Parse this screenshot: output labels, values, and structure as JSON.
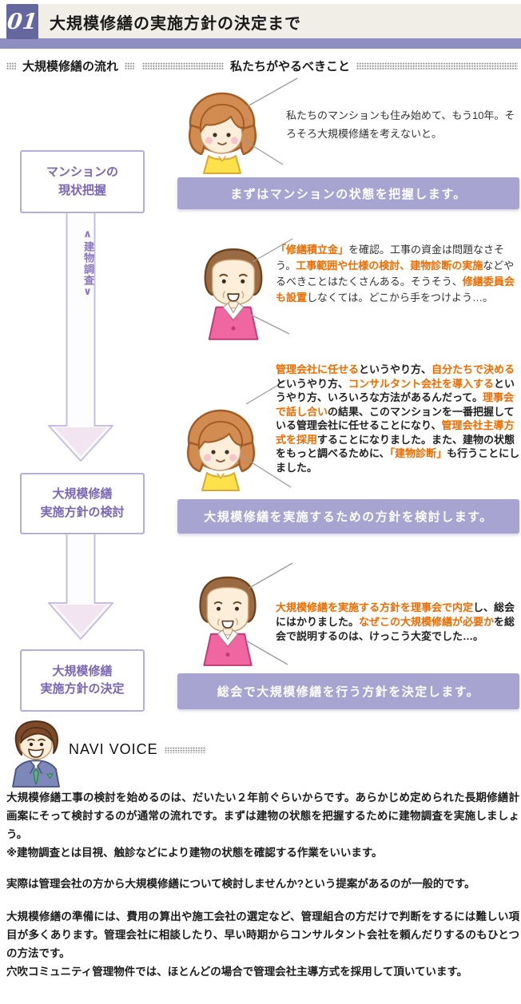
{
  "header": {
    "number": "01",
    "title": "大規模修繕の実施方針の決定まで"
  },
  "section_headings": {
    "left": "大規模修繕の流れ",
    "right": "私たちがやるべきこと"
  },
  "flow": {
    "boxes": [
      {
        "line1": "マンションの",
        "line2": "現状把握"
      },
      {
        "line1": "大規模修繕",
        "line2": "実施方針の検討"
      },
      {
        "line1": "大規模修繕",
        "line2": "実施方針の決定"
      }
    ],
    "arrow_label": "∧建物調査∨"
  },
  "rows": [
    {
      "character": "woman-resident-icon",
      "speech": [
        {
          "t": "私たちのマンションも住み始めて、もう10年。そろそろ大規模修繕を考えないと。",
          "c": "black"
        }
      ],
      "banner": "まずはマンションの状態を把握します。"
    },
    {
      "character": "senior-resident-icon",
      "speech": [
        {
          "t": "「修繕積立金」",
          "c": "orange"
        },
        {
          "t": "を確認。工事の資金は問題なさそう。",
          "c": "black"
        },
        {
          "t": "工事範囲や仕様の検討、建物診断の実施",
          "c": "orange"
        },
        {
          "t": "などやるべきことはたくさんある。そうそう、",
          "c": "black"
        },
        {
          "t": "修繕委員会も設置",
          "c": "orange"
        },
        {
          "t": "しなくては。どこから手をつけよう…。",
          "c": "black"
        }
      ],
      "banner": null
    },
    {
      "character": "woman-resident-icon",
      "speech": [
        {
          "t": "管理会社に任せる",
          "c": "orange"
        },
        {
          "t": "というやり方、",
          "c": "black"
        },
        {
          "t": "自分たちで決める",
          "c": "orange"
        },
        {
          "t": "というやり方、",
          "c": "black"
        },
        {
          "t": "コンサルタント会社を導入する",
          "c": "orange"
        },
        {
          "t": "というやり方、いろいろな方法があるんだって。",
          "c": "black"
        },
        {
          "t": "理事会で話し合い",
          "c": "orange"
        },
        {
          "t": "の結果、このマンションを一番把握している管理会社に任せることになり、",
          "c": "black"
        },
        {
          "t": "管理会社主導方式を採用",
          "c": "orange"
        },
        {
          "t": "することになりました。また、建物の状態をもっと調べるために、",
          "c": "black"
        },
        {
          "t": "「建物診断」",
          "c": "orange"
        },
        {
          "t": "も行うことにしました。",
          "c": "black"
        }
      ],
      "banner": "大規模修繕を実施するための方針を検討します。"
    },
    {
      "character": "senior-resident-icon",
      "speech": [
        {
          "t": "大規模修繕を実施する方針を理事会で内定",
          "c": "orange"
        },
        {
          "t": "し、総会にはかりました。",
          "c": "black"
        },
        {
          "t": "なぜこの大規模修繕が必要か",
          "c": "orange"
        },
        {
          "t": "を総会で説明するのは、けっこう大変でした…。",
          "c": "black"
        }
      ],
      "banner": "総会で大規模修繕を行う方針を決定します。"
    }
  ],
  "navi": {
    "label": "NAVI VOICE",
    "paragraphs": [
      "大規模修繕工事の検討を始めるのは、だいたい２年前ぐらいからです。あらかじめ定められた長期修繕計画案にそって検討するのが通常の流れです。まずは建物の状態を把握するために建物調査を実施しましょう。",
      "※建物調査とは目視、触診などにより建物の状態を確認する作業をいいます。",
      "実際は管理会社の方から大規模修繕について検討しませんか?という提案があるのが一般的です。",
      "大規模修繕の準備には、費用の算出や施工会社の選定など、管理組合の方だけで判断をするには難しい項目が多くあります。管理会社に相談したり、早い時期からコンサルタント会社を頼んだりするのもひとつの方法です。",
      "穴吹コミュニティ管理物件では、ほとんどの場合で管理会社主導方式を採用して頂いています。"
    ]
  },
  "icons": {
    "woman-resident-icon": "cartoon woman, brown bob hair, yellow top",
    "senior-resident-icon": "cartoon senior resident, brown hair, pink vest over white shirt",
    "navi-man-icon": "cartoon man navigator, brown hair, blue suit, green tie"
  },
  "colors": {
    "header_badge": "#63679e",
    "header_bar": "#8e8ec3",
    "banner": "#a8a4d2",
    "flow_box_border": "#b6addc",
    "flow_text": "#7a67b3",
    "orange_text": "#ed6c00"
  }
}
